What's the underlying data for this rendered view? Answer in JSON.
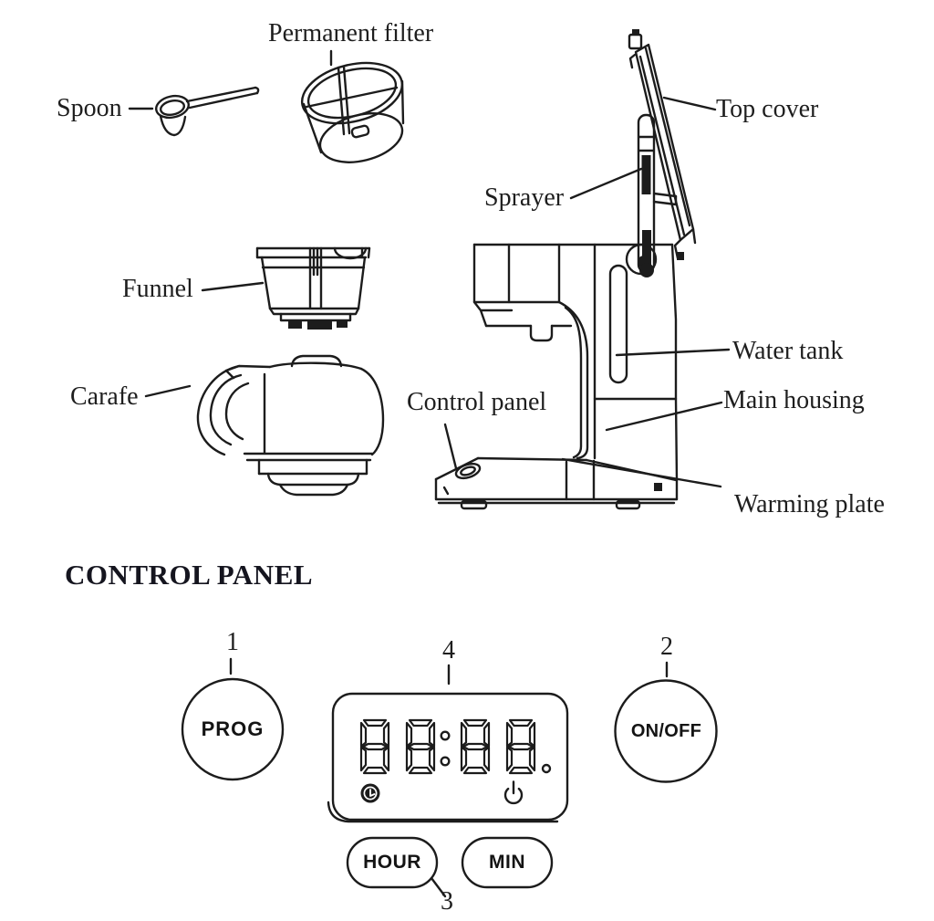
{
  "page": {
    "background": "#ffffff",
    "ink": "#1c1c1c",
    "heading_color": "#15151f"
  },
  "parts_diagram": {
    "labels": {
      "permanent_filter": "Permanent filter",
      "spoon": "Spoon",
      "top_cover": "Top cover",
      "sprayer": "Sprayer",
      "funnel": "Funnel",
      "water_tank": "Water tank",
      "control_panel": "Control panel",
      "main_housing": "Main housing",
      "carafe": "Carafe",
      "warming_plate": "Warming plate"
    }
  },
  "control_panel_section": {
    "heading": "CONTROL PANEL",
    "buttons": {
      "prog": "PROG",
      "on_off": "ON/OFF",
      "hour": "HOUR",
      "min": "MIN"
    },
    "display": {
      "value": "88:88",
      "style": "7-segment",
      "left_icon": "timer-clock-icon",
      "right_icon": "power-icon"
    },
    "callouts": {
      "prog": "1",
      "on_off": "2",
      "hour_min": "3",
      "display": "4"
    }
  }
}
